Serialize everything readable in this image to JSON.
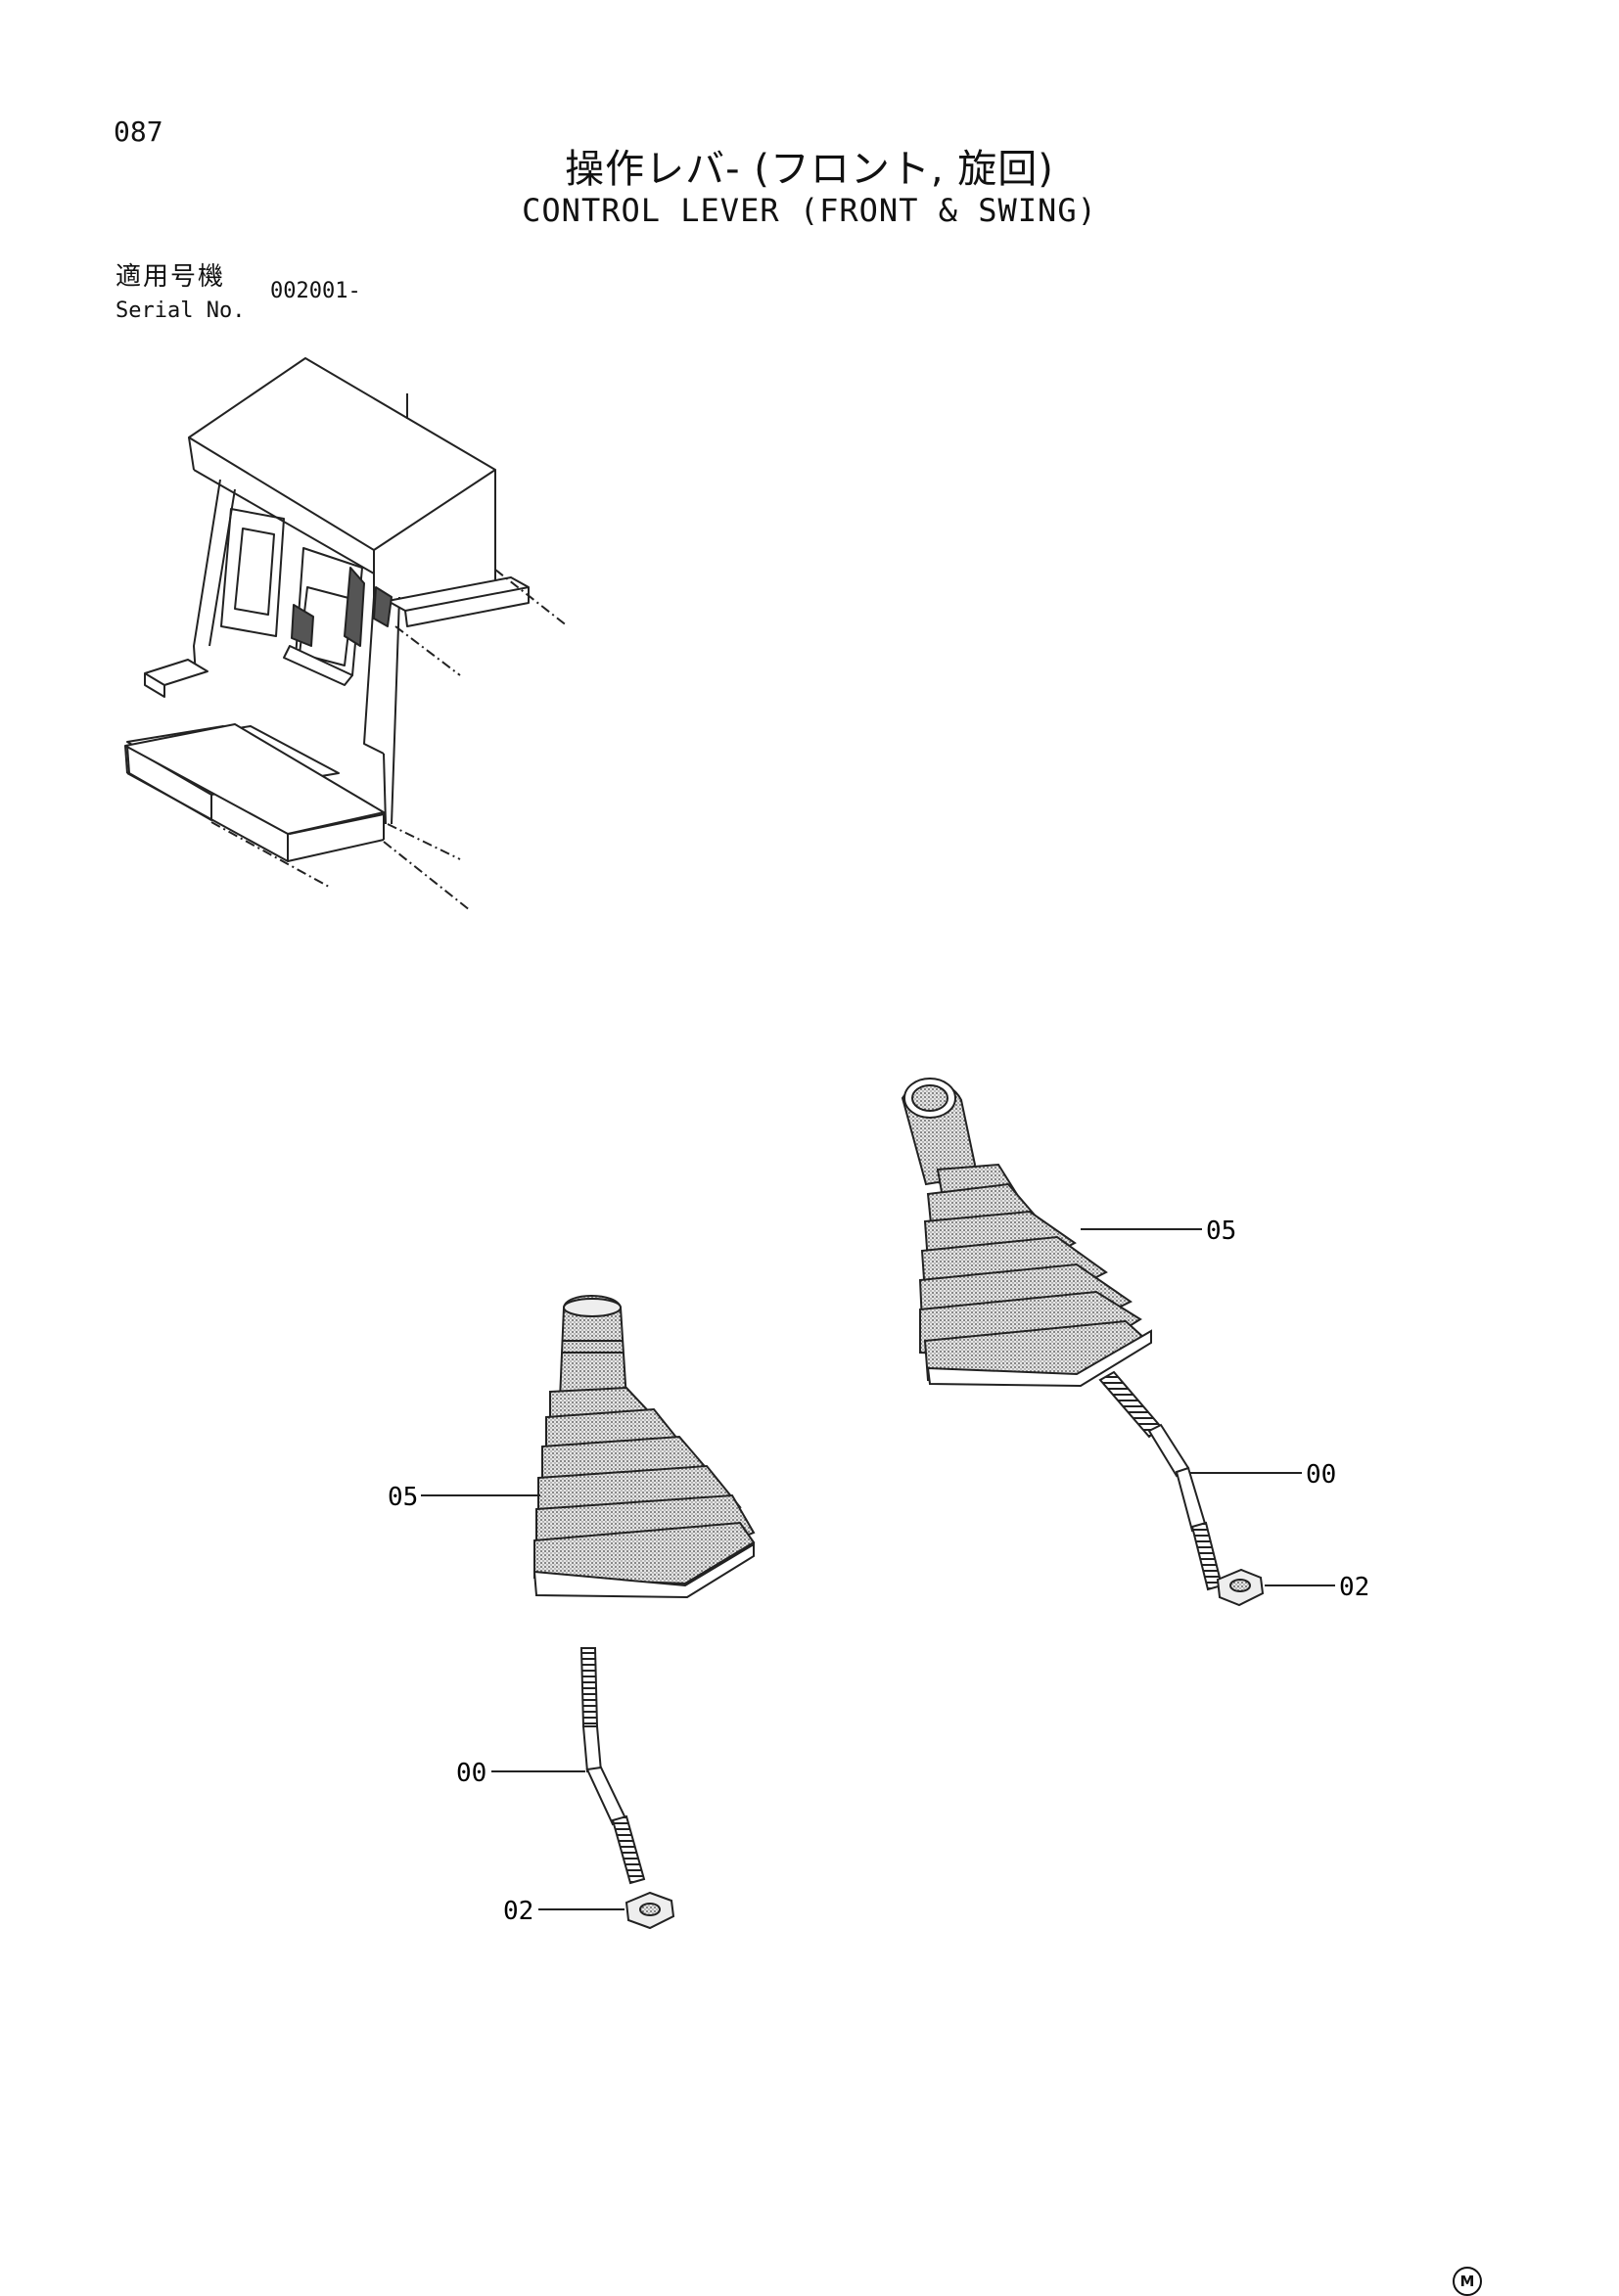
{
  "page_number": "087",
  "title_jp": "操作レバ- (フロント, 旋回)",
  "title_en": "CONTROL LEVER (FRONT & SWING)",
  "serial_label_jp": "適用号機",
  "serial_label_en": "Serial No.",
  "serial_value": "002001-",
  "callouts": {
    "right_boot": "05",
    "right_lever": "00",
    "right_nut": "02",
    "left_boot": "05",
    "left_lever": "00",
    "left_nut": "02"
  },
  "corner_mark": "M",
  "icons": {
    "cab": "operator-cab-icon",
    "boot": "rubber-boot-icon",
    "lever": "lever-rod-icon",
    "nut": "hex-nut-icon"
  }
}
